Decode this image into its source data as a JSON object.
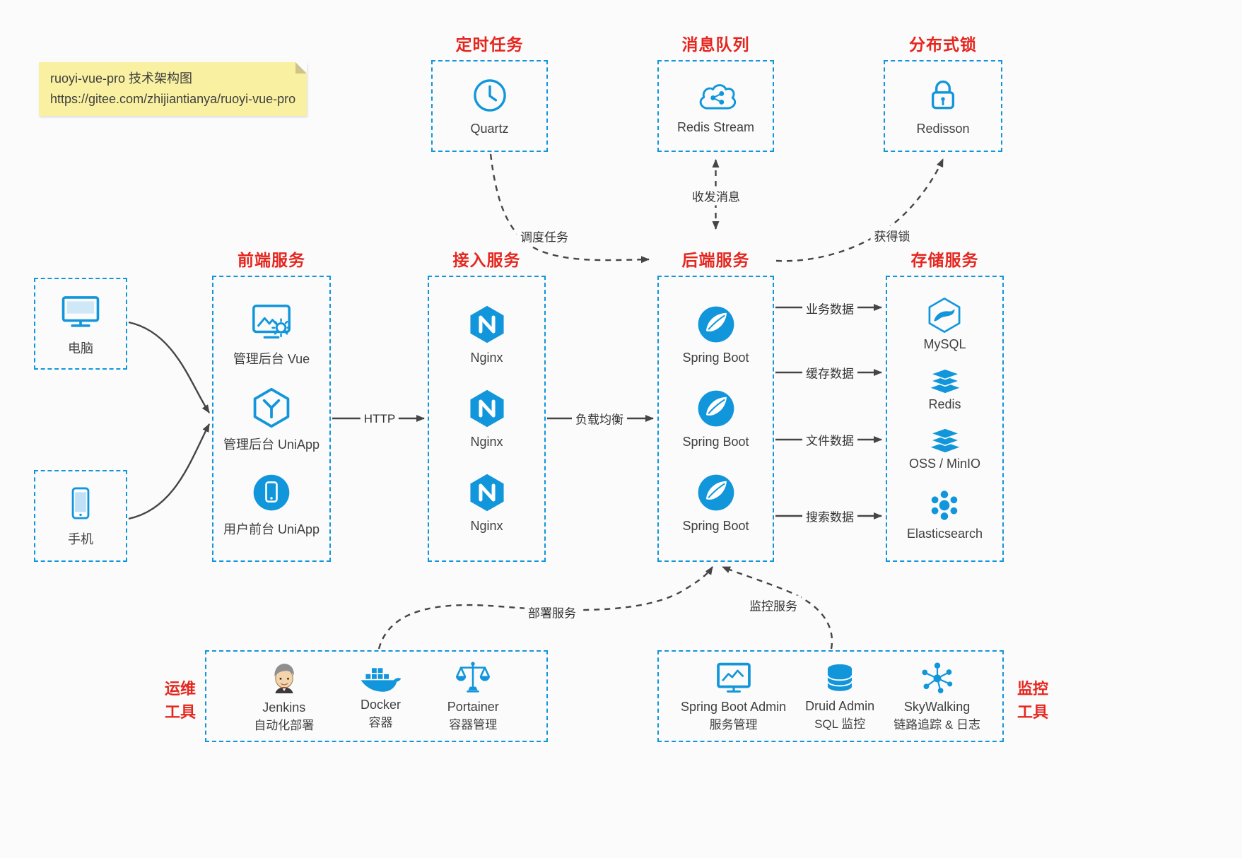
{
  "colors": {
    "accent": "#1296db",
    "red": "#e5261f",
    "bg": "#fbfbfb",
    "line": "#454545",
    "note_bg": "#f9f1a1"
  },
  "note": {
    "line1": "ruoyi-vue-pro 技术架构图",
    "line2": "https://gitee.com/zhijiantianya/ruoyi-vue-pro"
  },
  "groups": {
    "scheduled": {
      "title": "定时任务"
    },
    "mq": {
      "title": "消息队列"
    },
    "lock": {
      "title": "分布式锁"
    },
    "frontend": {
      "title": "前端服务"
    },
    "gateway": {
      "title": "接入服务"
    },
    "backend": {
      "title": "后端服务"
    },
    "storage": {
      "title": "存储服务"
    },
    "ops": {
      "title_line1": "运维",
      "title_line2": "工具"
    },
    "monitor": {
      "title_line1": "监控",
      "title_line2": "工具"
    }
  },
  "nodes": {
    "quartz": "Quartz",
    "redis_stream": "Redis Stream",
    "redisson": "Redisson",
    "pc": "电脑",
    "phone": "手机",
    "frontend": [
      "管理后台 Vue",
      "管理后台 UniApp",
      "用户前台 UniApp"
    ],
    "gateway": [
      "Nginx",
      "Nginx",
      "Nginx"
    ],
    "backend": [
      "Spring Boot",
      "Spring Boot",
      "Spring Boot"
    ],
    "storage": [
      "MySQL",
      "Redis",
      "OSS / MinIO",
      "Elasticsearch"
    ],
    "ops": [
      {
        "label": "Jenkins",
        "sub": "自动化部署"
      },
      {
        "label": "Docker",
        "sub": "容器"
      },
      {
        "label": "Portainer",
        "sub": "容器管理"
      }
    ],
    "monitor": [
      {
        "label": "Spring Boot Admin",
        "sub": "服务管理"
      },
      {
        "label": "Druid Admin",
        "sub": "SQL 监控"
      },
      {
        "label": "SkyWalking",
        "sub": "链路追踪 & 日志"
      }
    ]
  },
  "edges": {
    "http": "HTTP",
    "load_balance": "负载均衡",
    "schedule": "调度任务",
    "message": "收发消息",
    "get_lock": "获得锁",
    "business_data": "业务数据",
    "cache_data": "缓存数据",
    "file_data": "文件数据",
    "search_data": "搜索数据",
    "deploy": "部署服务",
    "monitor": "监控服务"
  }
}
